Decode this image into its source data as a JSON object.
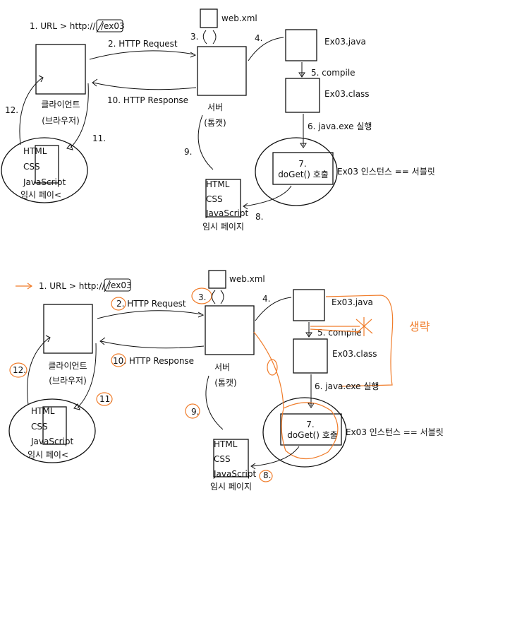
{
  "labels": {
    "url_step": "1. URL > http://",
    "url_path": "/ex03",
    "http_request": "2. HTTP Request",
    "http_response": "10. HTTP Response",
    "client_line1": "클라이언트",
    "client_line2": "(브라우저)",
    "server_line1": "서버",
    "server_line2": "(톰캣)",
    "webxml": "web.xml",
    "step3": "3.",
    "step4": "4.",
    "java_file": "Ex03.java",
    "step5": "5. compile",
    "class_file": "Ex03.class",
    "step6": "6. java.exe 실행",
    "step7": "7.",
    "doget": "doGet() 호출",
    "instance": "Ex03 인스턴스 == 서블릿",
    "step8": "8.",
    "step9": "9.",
    "step11": "11.",
    "step12": "12.",
    "page_html": "HTML",
    "page_css": "CSS",
    "page_js": "JavaScript",
    "temp_page": "임시 페이지",
    "temp_page_cut": "임시 페이<",
    "omitted_note": "생략"
  }
}
